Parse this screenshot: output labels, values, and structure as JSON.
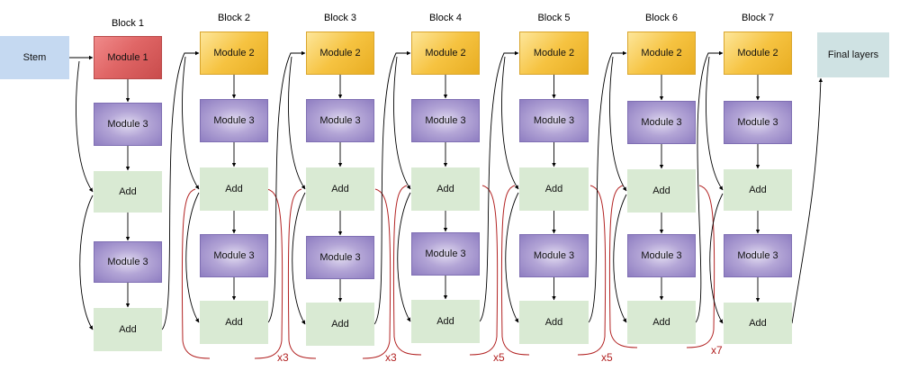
{
  "stem": "Stem",
  "final_layers": "Final layers",
  "blocks": [
    {
      "title": "Block 1",
      "nodes": [
        "Module 1",
        "Module 3",
        "Add",
        "Module 3",
        "Add"
      ]
    },
    {
      "title": "Block 2",
      "nodes": [
        "Module 2",
        "Module 3",
        "Add",
        "Module 3",
        "Add"
      ],
      "repeat": "x3"
    },
    {
      "title": "Block 3",
      "nodes": [
        "Module 2",
        "Module 3",
        "Add",
        "Module 3",
        "Add"
      ],
      "repeat": "x3"
    },
    {
      "title": "Block 4",
      "nodes": [
        "Module 2",
        "Module 3",
        "Add",
        "Module 3",
        "Add"
      ],
      "repeat": "x5"
    },
    {
      "title": "Block 5",
      "nodes": [
        "Module 2",
        "Module 3",
        "Add",
        "Module 3",
        "Add"
      ],
      "repeat": "x5"
    },
    {
      "title": "Block 6",
      "nodes": [
        "Module 2",
        "Module 3",
        "Add",
        "Module 3",
        "Add"
      ],
      "repeat": "x7"
    },
    {
      "title": "Block 7",
      "nodes": [
        "Module 2",
        "Module 3",
        "Add",
        "Module 3",
        "Add"
      ]
    }
  ],
  "colors": {
    "stem": "#c5d9f1",
    "module1": "#e06666",
    "module2": "#f6c341",
    "module3": "#b3a5d6",
    "add": "#d9ead3",
    "final": "#cfe2e3",
    "repeat_bracket": "#b22222"
  }
}
